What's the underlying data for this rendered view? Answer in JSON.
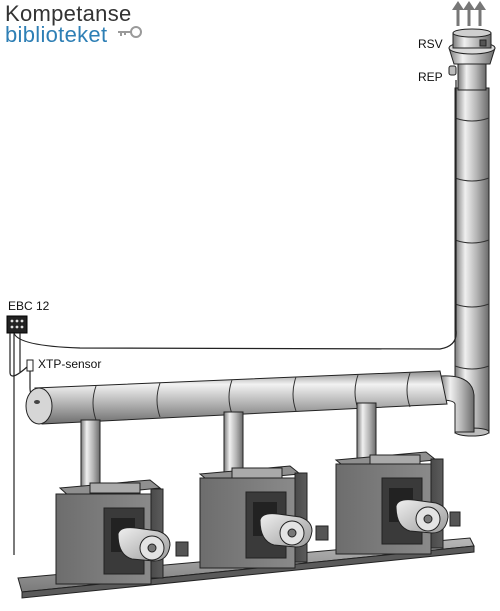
{
  "logo": {
    "line1": "Kompetanse",
    "line2": "biblioteket"
  },
  "labels": {
    "rsv": "RSV",
    "rep": "REP",
    "ebc": "EBC 12",
    "xtp": "XTP-sensor"
  },
  "colors": {
    "logo_text": "#333333",
    "logo_accent": "#2e7fb5",
    "metal_light": "#e6e6e6",
    "metal_mid": "#a8a8a8",
    "metal_dark": "#6a6a6a",
    "boiler_dark": "#3d3d3d",
    "outline": "#222222"
  },
  "icons": {
    "logo_key": "key-icon",
    "exhaust_arrows": "up-arrow-icon"
  }
}
